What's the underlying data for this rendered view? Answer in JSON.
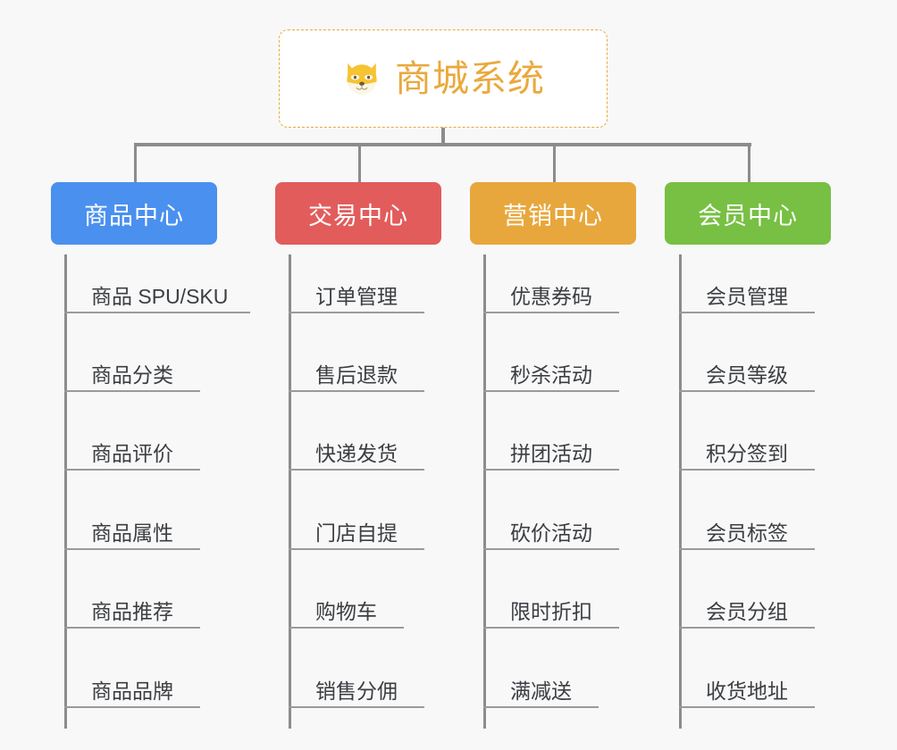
{
  "page": {
    "background_color": "#f8f8f8",
    "type": "mind-map"
  },
  "root": {
    "title": "商城系统",
    "icon": "dog-face-emoji",
    "text_color": "#e9a93d",
    "border_color": "#e7a93f",
    "background_color": "#ffffff"
  },
  "connector": {
    "color": "#8c8c8c"
  },
  "branches": [
    {
      "label": "商品中心",
      "color": "#4a90ef",
      "items": [
        "商品 SPU/SKU",
        "商品分类",
        "商品评价",
        "商品属性",
        "商品推荐",
        "商品品牌"
      ]
    },
    {
      "label": "交易中心",
      "color": "#e25c5c",
      "items": [
        "订单管理",
        "售后退款",
        "快递发货",
        "门店自提",
        "购物车",
        "销售分佣"
      ]
    },
    {
      "label": "营销中心",
      "color": "#e8a73c",
      "items": [
        "优惠券码",
        "秒杀活动",
        "拼团活动",
        "砍价活动",
        "限时折扣",
        "满减送"
      ]
    },
    {
      "label": "会员中心",
      "color": "#77c043",
      "items": [
        "会员管理",
        "会员等级",
        "积分签到",
        "会员标签",
        "会员分组",
        "收货地址"
      ]
    }
  ]
}
